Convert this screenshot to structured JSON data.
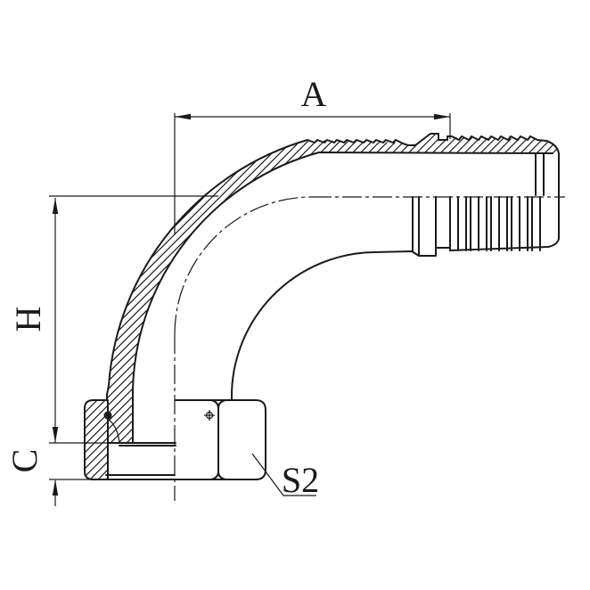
{
  "colors": {
    "line": "#1a1a1a",
    "background": "#ffffff"
  },
  "dimensions": {
    "a": "A",
    "h": "H",
    "c": "C"
  },
  "callouts": {
    "wrench_size": "S2"
  }
}
